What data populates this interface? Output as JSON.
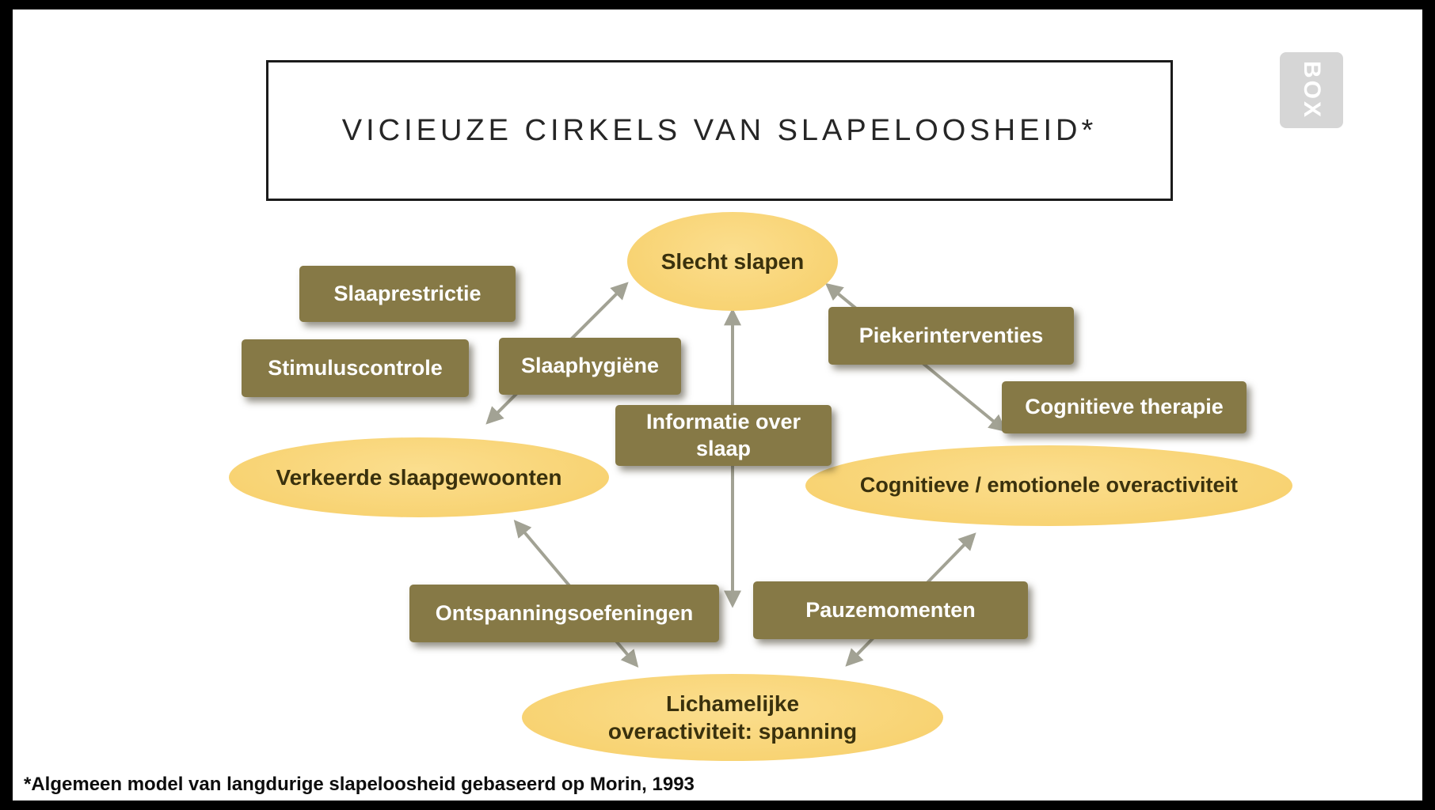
{
  "slide": {
    "title": "VICIEUZE CIRKELS VAN SLAPELOOSHEID*",
    "footnote": "*Algemeen model van langdurige slapeloosheid gebaseerd op Morin, 1993",
    "logo_text": "BOX"
  },
  "colors": {
    "background": "#FFFFFF",
    "frame": "#000000",
    "ellipse_fill": "#F8D373",
    "ellipse_text": "#3A310D",
    "intervention_fill": "#867946",
    "intervention_text": "#FFFFFF",
    "arrow": "#A2A294",
    "title_text": "#262626"
  },
  "ellipses": {
    "slecht_slapen": {
      "label": "Slecht slapen"
    },
    "verkeerde_slaapgewoonten": {
      "label": "Verkeerde slaapgewoonten"
    },
    "cognitieve_emotionele_overactiviteit": {
      "label": "Cognitieve / emotionele overactiviteit"
    },
    "lichamelijke_overactiviteit": {
      "line1": "Lichamelijke",
      "line2": "overactiviteit: spanning"
    }
  },
  "interventions": {
    "slaaprestrictie": {
      "label": "Slaaprestrictie"
    },
    "stimuluscontrole": {
      "label": "Stimuluscontrole"
    },
    "slaaphygiene": {
      "label": "Slaaphygiëne"
    },
    "piekerinterventies": {
      "label": "Piekerinterventies"
    },
    "cognitieve_therapie": {
      "label": "Cognitieve therapie"
    },
    "informatie_over_slaap": {
      "line1": "Informatie over",
      "line2": "slaap"
    },
    "ontspanningsoefeningen": {
      "label": "Ontspanningsoefeningen"
    },
    "pauzemomenten": {
      "label": "Pauzemomenten"
    }
  }
}
